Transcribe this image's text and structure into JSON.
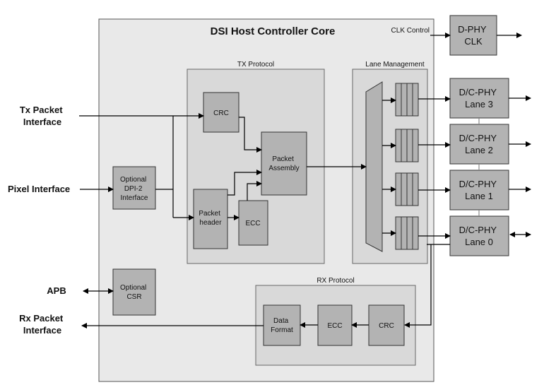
{
  "core": {
    "title": "DSI Host Controller Core"
  },
  "clk_control": "CLK Control",
  "tx_protocol": {
    "label": "TX Protocol"
  },
  "rx_protocol": {
    "label": "RX Protocol"
  },
  "lane_management": {
    "label": "Lane Management"
  },
  "external": {
    "tx_packet": [
      "Tx Packet",
      "Interface"
    ],
    "pixel": "Pixel Interface",
    "apb": "APB",
    "rx_packet": [
      "Rx Packet",
      "Interface"
    ]
  },
  "blocks": {
    "dpi": [
      "Optional",
      "DPI-2",
      "Interface"
    ],
    "csr": [
      "Optional",
      "CSR"
    ],
    "crc_tx": "CRC",
    "packet_assembly": [
      "Packet",
      "Assembly"
    ],
    "packet_header": [
      "Packet",
      "header"
    ],
    "ecc_tx": "ECC",
    "data_format": [
      "Data",
      "Format"
    ],
    "ecc_rx": "ECC",
    "crc_rx": "CRC"
  },
  "phy": {
    "clk": [
      "D-PHY",
      "CLK"
    ],
    "lane3": [
      "D/C-PHY",
      "Lane 3"
    ],
    "lane2": [
      "D/C-PHY",
      "Lane 2"
    ],
    "lane1": [
      "D/C-PHY",
      "Lane 1"
    ],
    "lane0": [
      "D/C-PHY",
      "Lane 0"
    ]
  }
}
